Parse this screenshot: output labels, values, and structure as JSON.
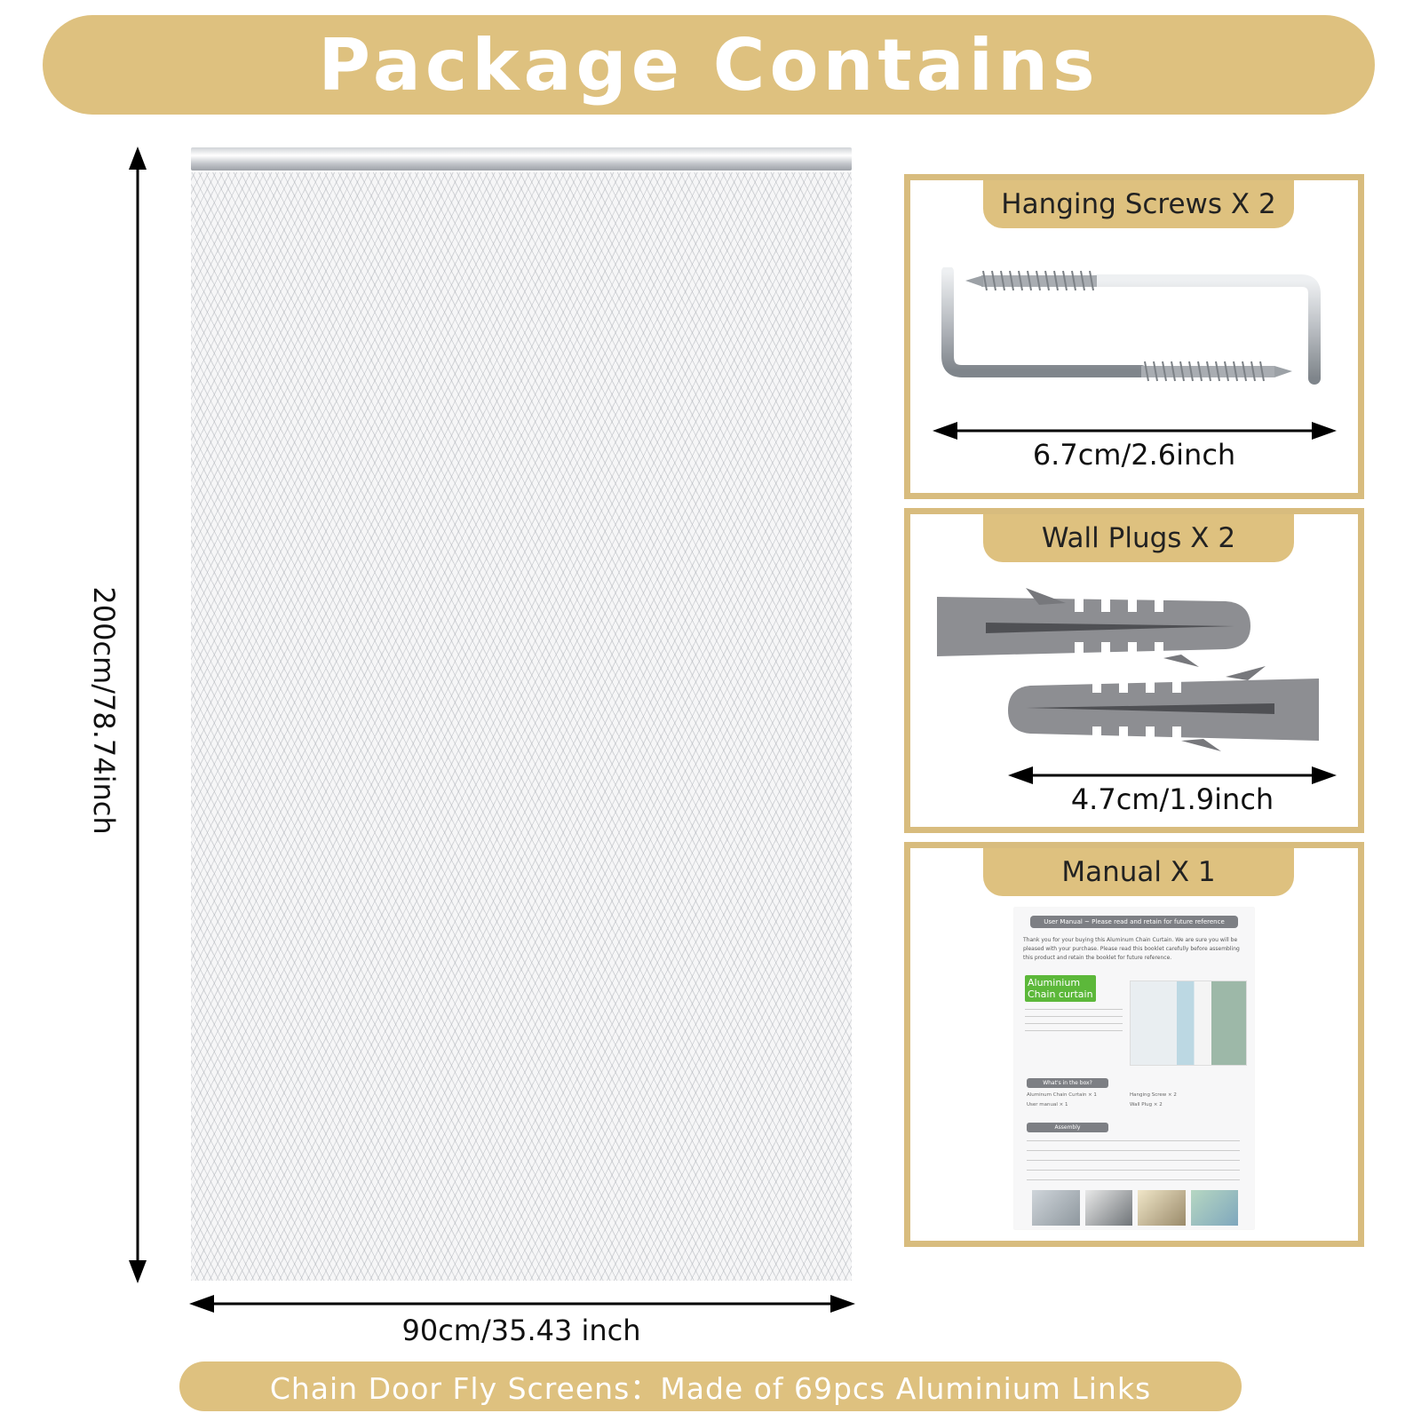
{
  "title": "Package Contains",
  "curtain": {
    "height_label": "200cm/78.74inch",
    "width_label": "90cm/35.43 inch"
  },
  "panels": {
    "screws": {
      "tag": "Hanging Screws X 2",
      "dimension": "6.7cm/2.6inch"
    },
    "plugs": {
      "tag": "Wall Plugs X 2",
      "dimension": "4.7cm/1.9inch"
    },
    "manual": {
      "tag": "Manual X 1"
    }
  },
  "manual_doc": {
    "header": "User Manual ~ Please read and retain for future reference",
    "intro": "Thank you for your buying this Aluminum Chain Curtain. We are sure you will be pleased with your purchase. Please read this booklet carefully before assembling this product and retain the booklet for future reference.",
    "badge": "Aluminium Chain curtain",
    "box_title": "What's in the box?",
    "box_items": [
      "Aluminum Chain Curtain × 1",
      "User manual × 1",
      "Hanging Screw × 2",
      "Wall Plug × 2"
    ],
    "assembly_title": "Assembly"
  },
  "footer": "Chain Door Fly Screens：Made of 69pcs Aluminium Links",
  "colors": {
    "banner_gold": "#dec17f",
    "panel_border": "#d8bc7e",
    "screw_steel": "#b9bdc2",
    "plug_gray": "#8d8e92"
  }
}
